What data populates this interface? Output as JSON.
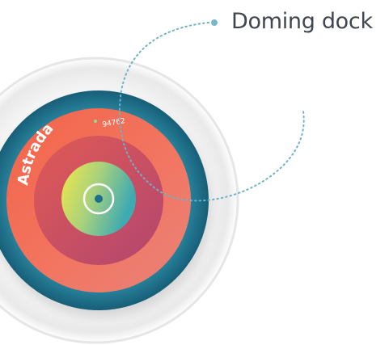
{
  "callout": {
    "label": "Doming dock"
  },
  "disc": {
    "name": "Astrada",
    "code": "94762"
  },
  "colors": {
    "outer_teal": "#1f6e89",
    "coral": "#f0664a",
    "salmon": "#f28672",
    "rose": "#c8506a",
    "center_gradient_start": "#f2e847",
    "center_gradient_end": "#3eaab2",
    "core_dot": "#1f6e89",
    "callout_line": "#6fb2c6"
  },
  "icons": {
    "target_ring": "bullseye-icon",
    "callout_marker": "dot-icon"
  }
}
